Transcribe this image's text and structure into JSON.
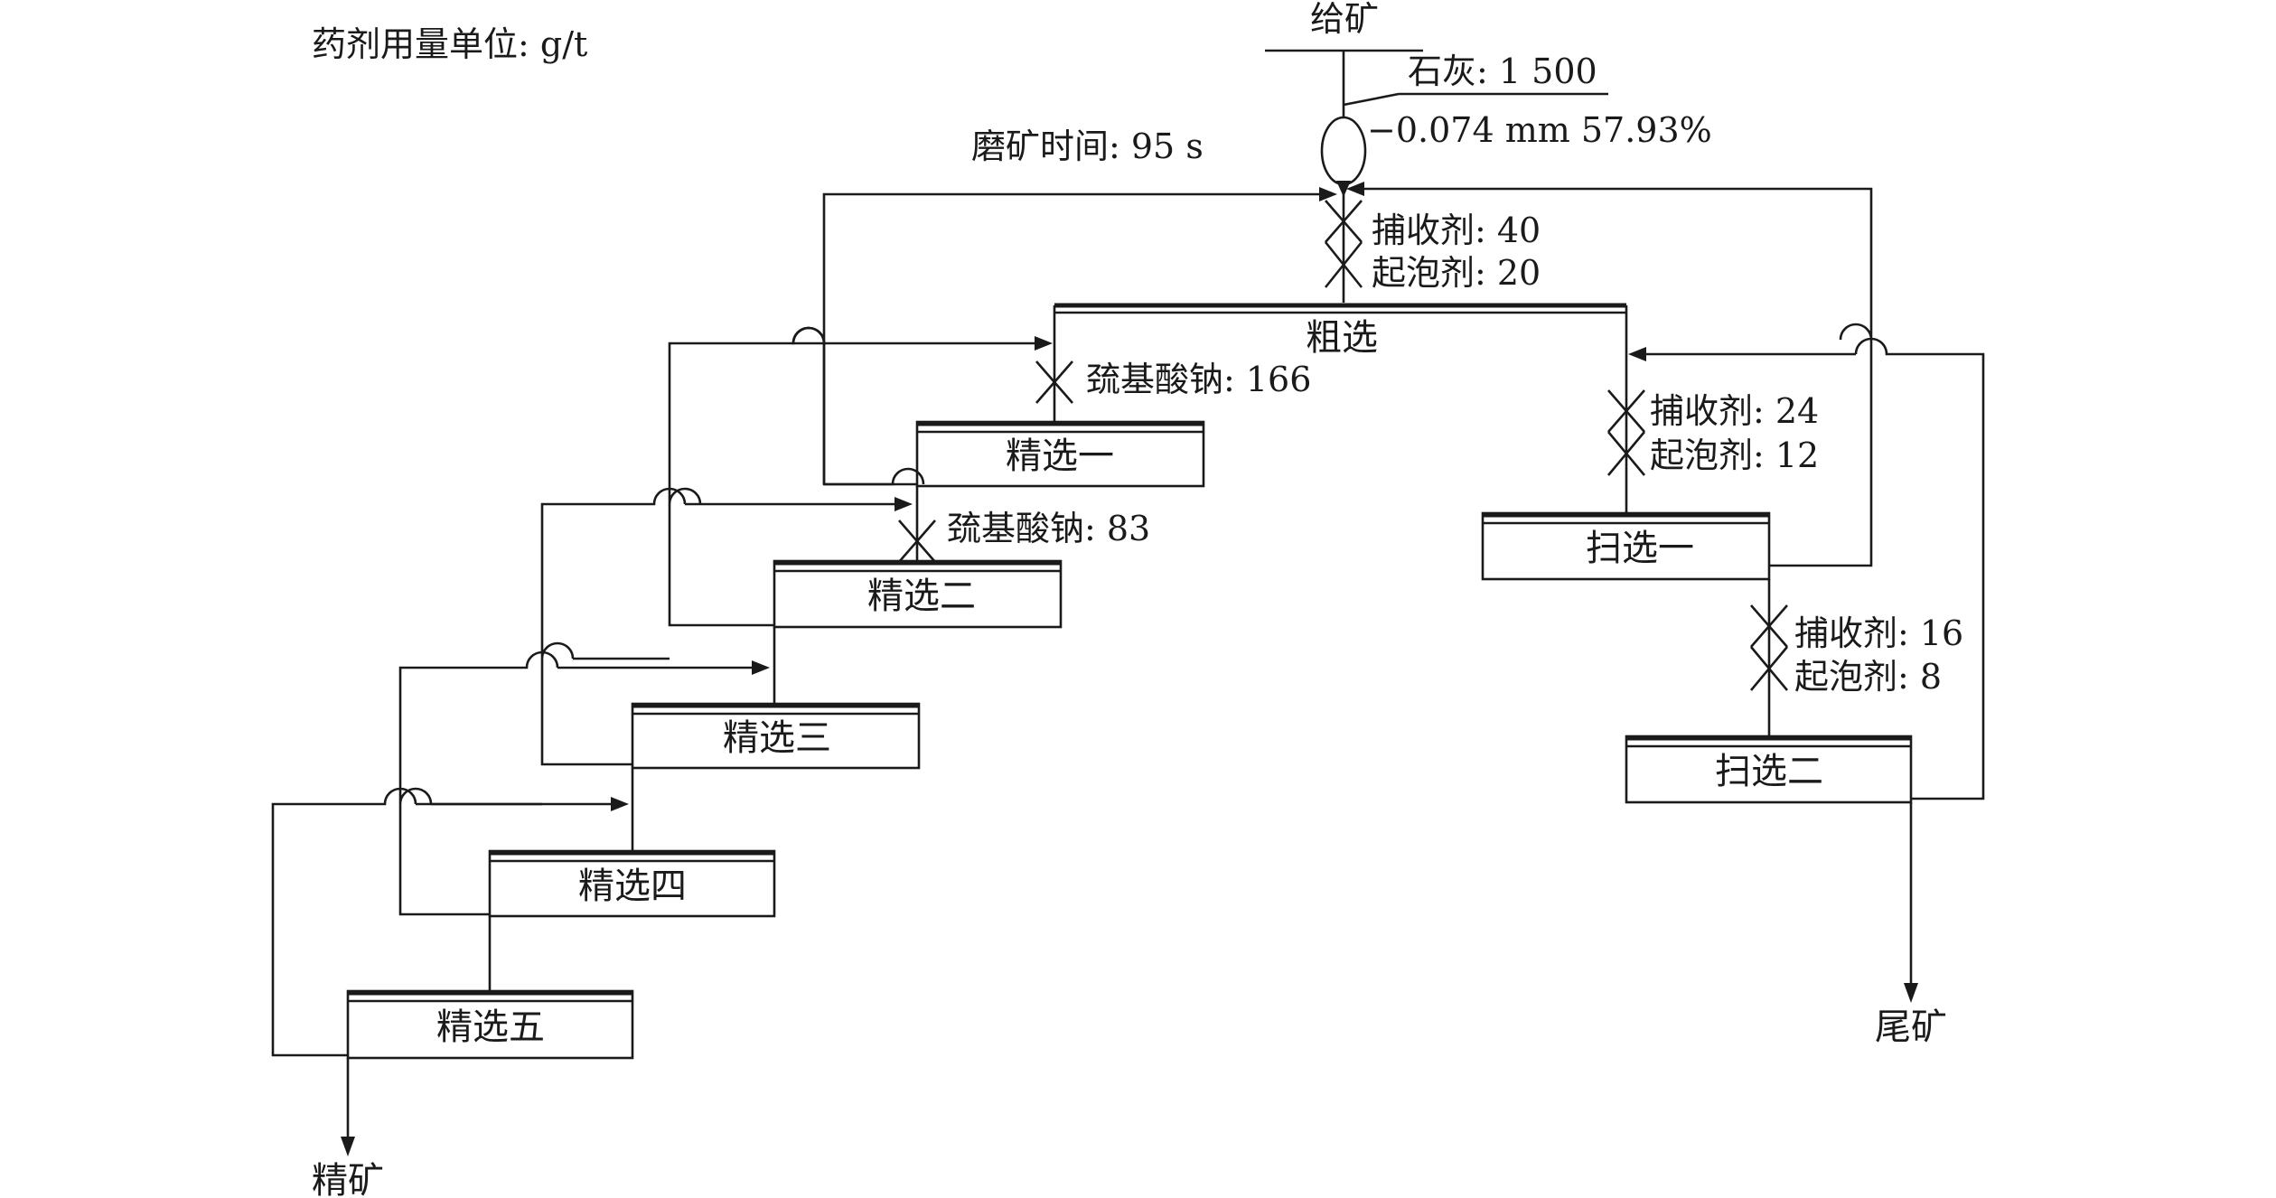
{
  "reagent_unit": "药剂用量单位: g/t",
  "feed": {
    "label": "给矿",
    "lime": "石灰: 1 500",
    "grind_fineness": "−0.074 mm 57.93%",
    "grind_time": "磨矿时间: 95 s"
  },
  "stages": {
    "rougher": "粗选",
    "cleaner1": "精选一",
    "cleaner2": "精选二",
    "cleaner3": "精选三",
    "cleaner4": "精选四",
    "cleaner5": "精选五",
    "scavenger1": "扫选一",
    "scavenger2": "扫选二"
  },
  "reagents": {
    "rougher": [
      "捕收剂: 40",
      "起泡剂: 20"
    ],
    "cleaner1": [
      "巯基酸钠: 166"
    ],
    "cleaner2": [
      "巯基酸钠: 83"
    ],
    "scavenger1": [
      "捕收剂: 24",
      "起泡剂: 12"
    ],
    "scavenger2": [
      "捕收剂: 16",
      "起泡剂: 8"
    ]
  },
  "products": {
    "concentrate": "精矿",
    "tailings": "尾矿"
  }
}
